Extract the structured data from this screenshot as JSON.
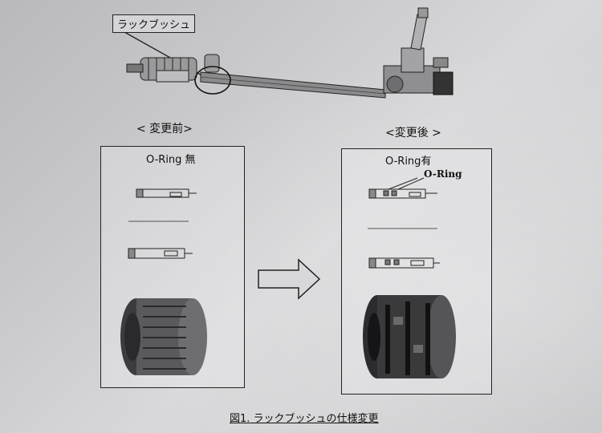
{
  "figure": {
    "callout_label": "ラックブッシュ",
    "before_label": "< 変更前>",
    "after_label": "<変更後 >",
    "before_title": "O-Ring 無",
    "after_title": "O-Ring有",
    "oring_annotation": "O-Ring",
    "caption": "図1.  ラックブッシュの仕様変更"
  }
}
